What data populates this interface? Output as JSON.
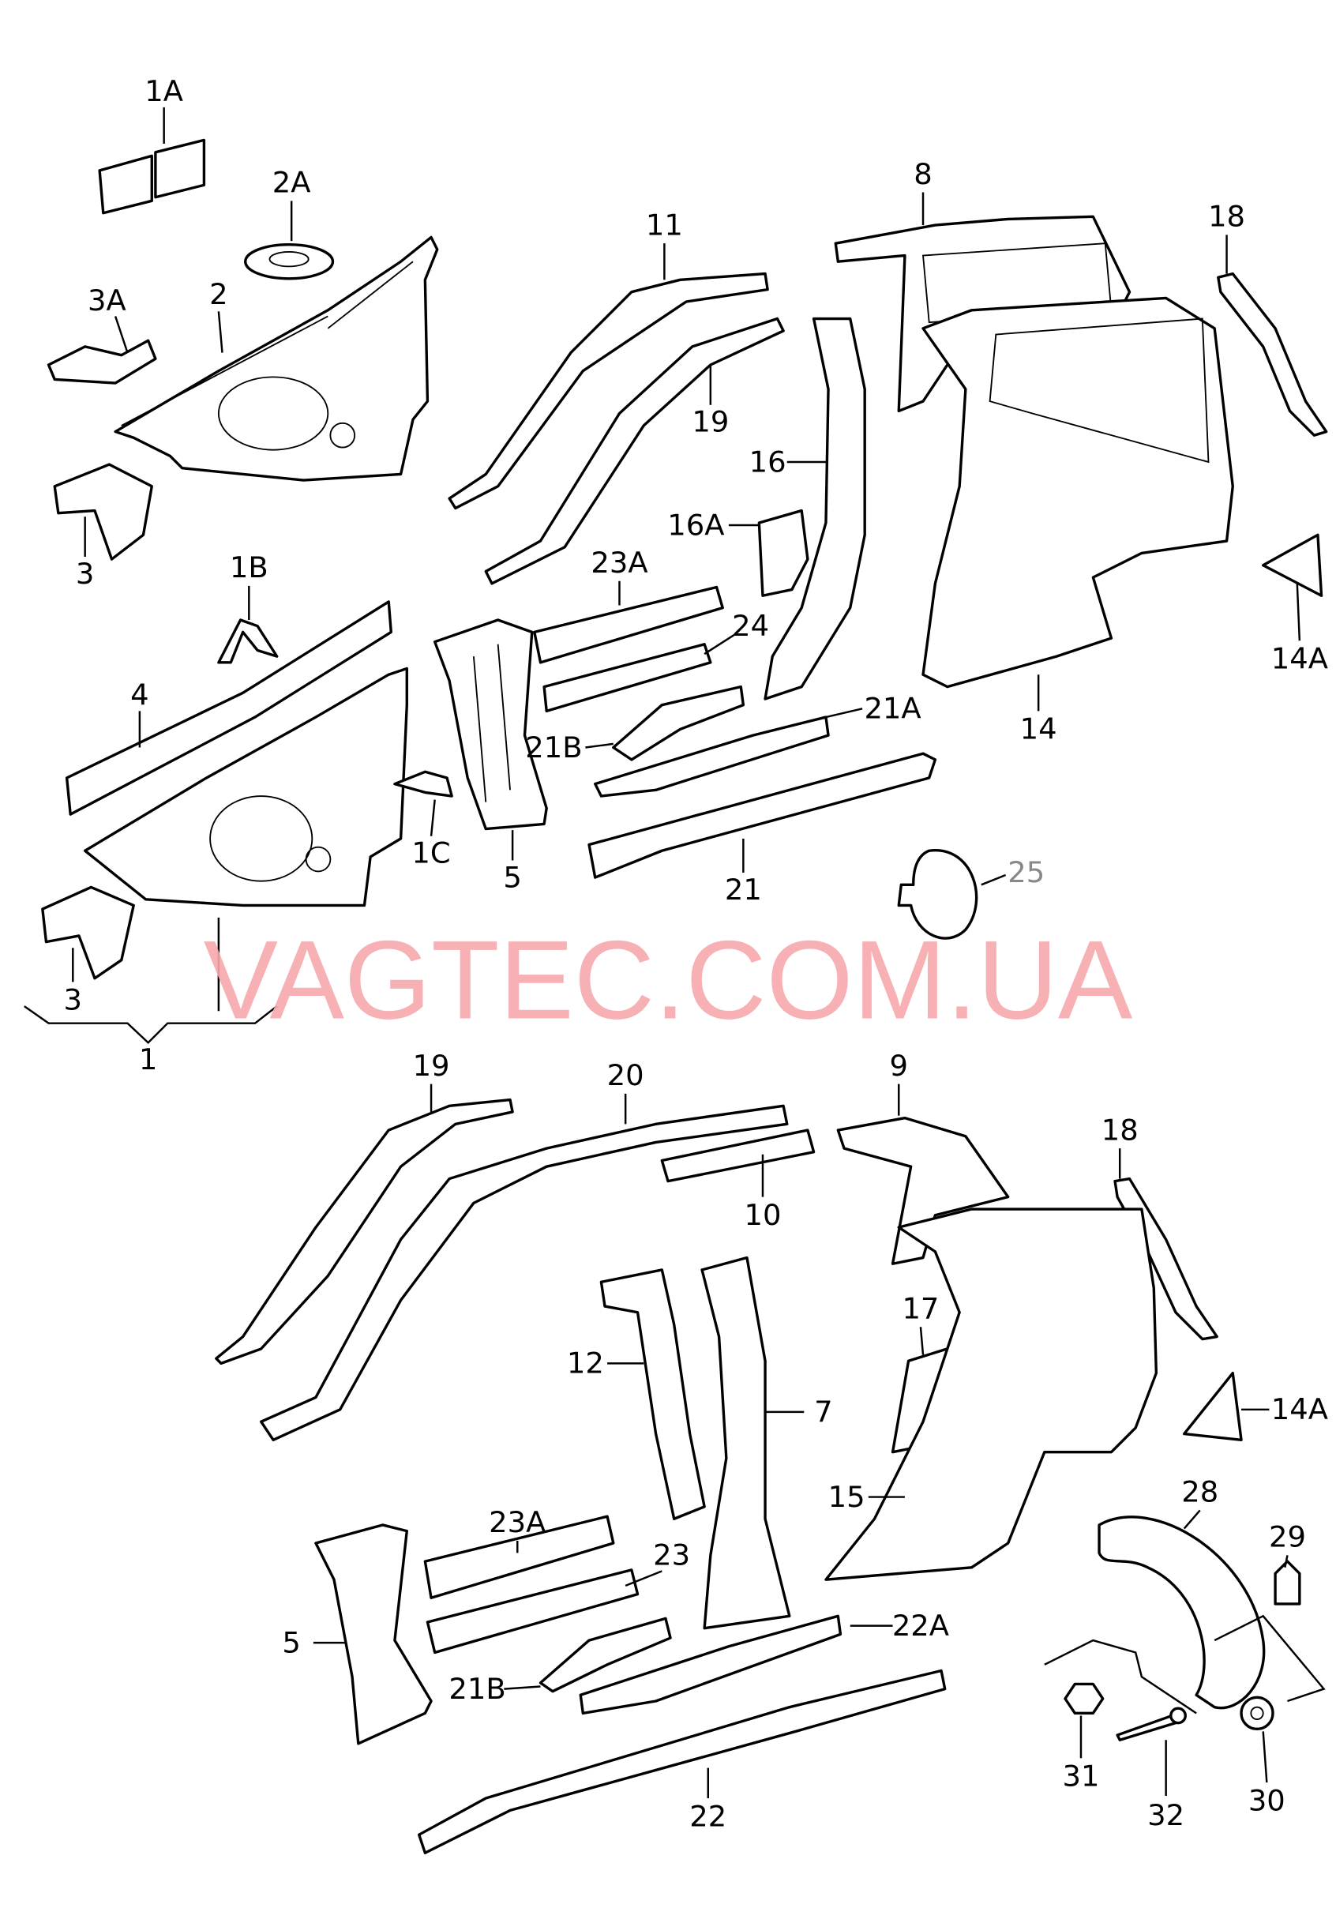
{
  "watermark": "VAGTEC.COM.UA",
  "labels": {
    "l1A": "1A",
    "l2A": "2A",
    "l3A": "3A",
    "l2": "2",
    "l3a": "3",
    "l1B": "1B",
    "l4": "4",
    "l1C": "1C",
    "l5a": "5",
    "l3b": "3",
    "l1": "1",
    "l11": "11",
    "l19a": "19",
    "l8": "8",
    "l18a": "18",
    "l16": "16",
    "l16A": "16A",
    "l23Aa": "23A",
    "l24": "24",
    "l21Ba": "21B",
    "l21A": "21A",
    "l21": "21",
    "l14": "14",
    "l14Aa": "14A",
    "l25": "25",
    "l19b": "19",
    "l20": "20",
    "l9": "9",
    "l10": "10",
    "l18b": "18",
    "l17": "17",
    "l12": "12",
    "l7": "7",
    "l14Ab": "14A",
    "l15": "15",
    "l28": "28",
    "l29": "29",
    "l23Ab": "23A",
    "l23": "23",
    "l5b": "5",
    "l22A": "22A",
    "l21Bb": "21B",
    "l31": "31",
    "l32": "32",
    "l30": "30",
    "l22": "22"
  }
}
